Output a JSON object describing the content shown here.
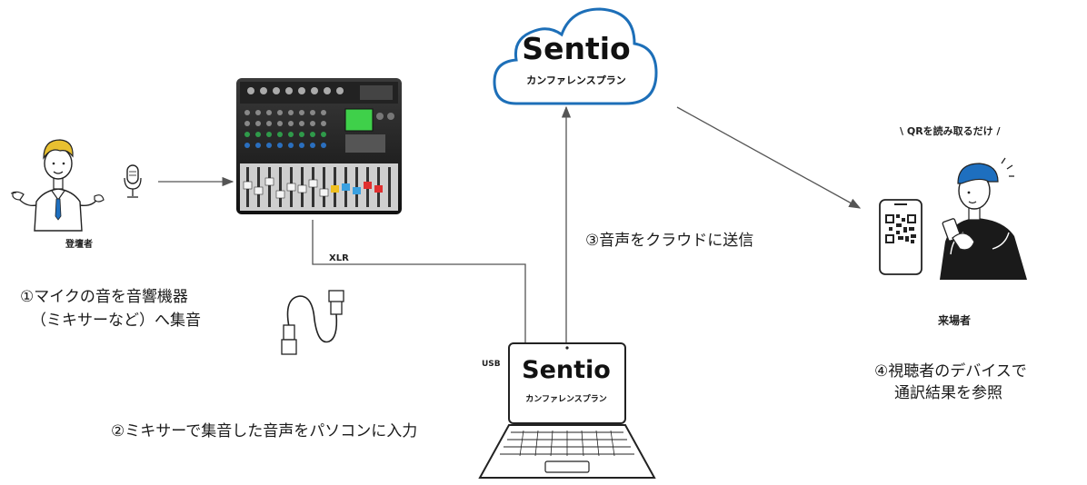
{
  "cloud": {
    "brand": "Sentio",
    "subtitle": "カンファレンスプラン"
  },
  "laptop": {
    "brand": "Sentio",
    "subtitle": "カンファレンスプラン"
  },
  "labels": {
    "speaker": "登壇者",
    "visitor": "来場者",
    "qr_callout": "QRを読み取るだけ",
    "xlr": "XLR",
    "usb": "USB"
  },
  "steps": {
    "step1_line1": "①マイクの音を音響機器",
    "step1_line2": "（ミキサーなど）へ集音",
    "step2": "②ミキサーで集音した音声をパソコンに入力",
    "step3": "③音声をクラウドに送信",
    "step4_line1": "④視聴者のデバイスで",
    "step4_line2": "通訳結果を参照"
  },
  "colors": {
    "cloud_stroke": "#1d6fb8",
    "brand_text": "#111111",
    "line": "#555555",
    "hair": "#e8c030",
    "cap": "#1e6fbf",
    "shirt": "#1a1a1a"
  },
  "icons": [
    "speaker-person-icon",
    "microphone-icon",
    "audio-mixer-icon",
    "xlr-cable-icon",
    "cloud-icon",
    "laptop-icon",
    "smartphone-qr-icon",
    "visitor-person-icon"
  ]
}
